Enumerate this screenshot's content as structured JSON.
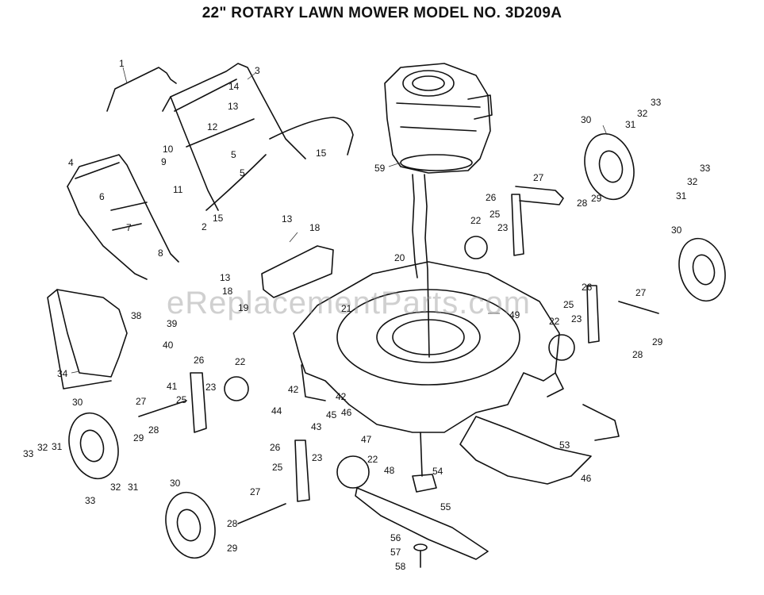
{
  "title": "22\" ROTARY LAWN MOWER MODEL NO.  3D209A",
  "watermark": "eReplacementParts.com",
  "callouts": [
    {
      "id": "c1",
      "text": "1"
    },
    {
      "id": "c3",
      "text": "3"
    },
    {
      "id": "c14",
      "text": "14"
    },
    {
      "id": "c13a",
      "text": "13"
    },
    {
      "id": "c12",
      "text": "12"
    },
    {
      "id": "c10",
      "text": "10"
    },
    {
      "id": "c9",
      "text": "9"
    },
    {
      "id": "c5a",
      "text": "5"
    },
    {
      "id": "c11",
      "text": "11"
    },
    {
      "id": "c5b",
      "text": "5"
    },
    {
      "id": "c15a",
      "text": "15"
    },
    {
      "id": "c4",
      "text": "4"
    },
    {
      "id": "c6",
      "text": "6"
    },
    {
      "id": "c2",
      "text": "2"
    },
    {
      "id": "c15b",
      "text": "15"
    },
    {
      "id": "c7",
      "text": "7"
    },
    {
      "id": "c8",
      "text": "8"
    },
    {
      "id": "c59",
      "text": "59"
    },
    {
      "id": "c30a",
      "text": "30"
    },
    {
      "id": "c31a",
      "text": "31"
    },
    {
      "id": "c32a",
      "text": "32"
    },
    {
      "id": "c33a",
      "text": "33"
    },
    {
      "id": "c27a",
      "text": "27"
    },
    {
      "id": "c26a",
      "text": "26"
    },
    {
      "id": "c25a",
      "text": "25"
    },
    {
      "id": "c28a",
      "text": "28"
    },
    {
      "id": "c29a",
      "text": "29"
    },
    {
      "id": "c22a",
      "text": "22"
    },
    {
      "id": "c23a",
      "text": "23"
    },
    {
      "id": "c33b",
      "text": "33"
    },
    {
      "id": "c32b",
      "text": "32"
    },
    {
      "id": "c31b",
      "text": "31"
    },
    {
      "id": "c30b",
      "text": "30"
    },
    {
      "id": "c13b",
      "text": "13"
    },
    {
      "id": "c18a",
      "text": "18"
    },
    {
      "id": "c20",
      "text": "20"
    },
    {
      "id": "c13c",
      "text": "13"
    },
    {
      "id": "c18b",
      "text": "18"
    },
    {
      "id": "c19",
      "text": "19"
    },
    {
      "id": "c26b",
      "text": "26"
    },
    {
      "id": "c27b",
      "text": "27"
    },
    {
      "id": "c25b",
      "text": "25"
    },
    {
      "id": "c21",
      "text": "21"
    },
    {
      "id": "c49",
      "text": "49"
    },
    {
      "id": "c22b",
      "text": "22"
    },
    {
      "id": "c23b",
      "text": "23"
    },
    {
      "id": "c29b",
      "text": "29"
    },
    {
      "id": "c28b",
      "text": "28"
    },
    {
      "id": "c38",
      "text": "38"
    },
    {
      "id": "c39",
      "text": "39"
    },
    {
      "id": "c40",
      "text": "40"
    },
    {
      "id": "c34",
      "text": "34"
    },
    {
      "id": "c26c",
      "text": "26"
    },
    {
      "id": "c22c",
      "text": "22"
    },
    {
      "id": "c41",
      "text": "41"
    },
    {
      "id": "c25c",
      "text": "25"
    },
    {
      "id": "c23c",
      "text": "23"
    },
    {
      "id": "c42a",
      "text": "42"
    },
    {
      "id": "c42b",
      "text": "42"
    },
    {
      "id": "c30c",
      "text": "30"
    },
    {
      "id": "c27c",
      "text": "27"
    },
    {
      "id": "c44",
      "text": "44"
    },
    {
      "id": "c45",
      "text": "45"
    },
    {
      "id": "c46a",
      "text": "46"
    },
    {
      "id": "c43",
      "text": "43"
    },
    {
      "id": "c29c",
      "text": "29"
    },
    {
      "id": "c28c",
      "text": "28"
    },
    {
      "id": "c47",
      "text": "47"
    },
    {
      "id": "c33c",
      "text": "33"
    },
    {
      "id": "c32c",
      "text": "32"
    },
    {
      "id": "c31c",
      "text": "31"
    },
    {
      "id": "c26d",
      "text": "26"
    },
    {
      "id": "c25d",
      "text": "25"
    },
    {
      "id": "c23d",
      "text": "23"
    },
    {
      "id": "c22d",
      "text": "22"
    },
    {
      "id": "c48",
      "text": "48"
    },
    {
      "id": "c54",
      "text": "54"
    },
    {
      "id": "c53",
      "text": "53"
    },
    {
      "id": "c46b",
      "text": "46"
    },
    {
      "id": "c32d",
      "text": "32"
    },
    {
      "id": "c31d",
      "text": "31"
    },
    {
      "id": "c33d",
      "text": "33"
    },
    {
      "id": "c30d",
      "text": "30"
    },
    {
      "id": "c27d",
      "text": "27"
    },
    {
      "id": "c55",
      "text": "55"
    },
    {
      "id": "c28d",
      "text": "28"
    },
    {
      "id": "c29d",
      "text": "29"
    },
    {
      "id": "c56",
      "text": "56"
    },
    {
      "id": "c57",
      "text": "57"
    },
    {
      "id": "c58",
      "text": "58"
    }
  ]
}
